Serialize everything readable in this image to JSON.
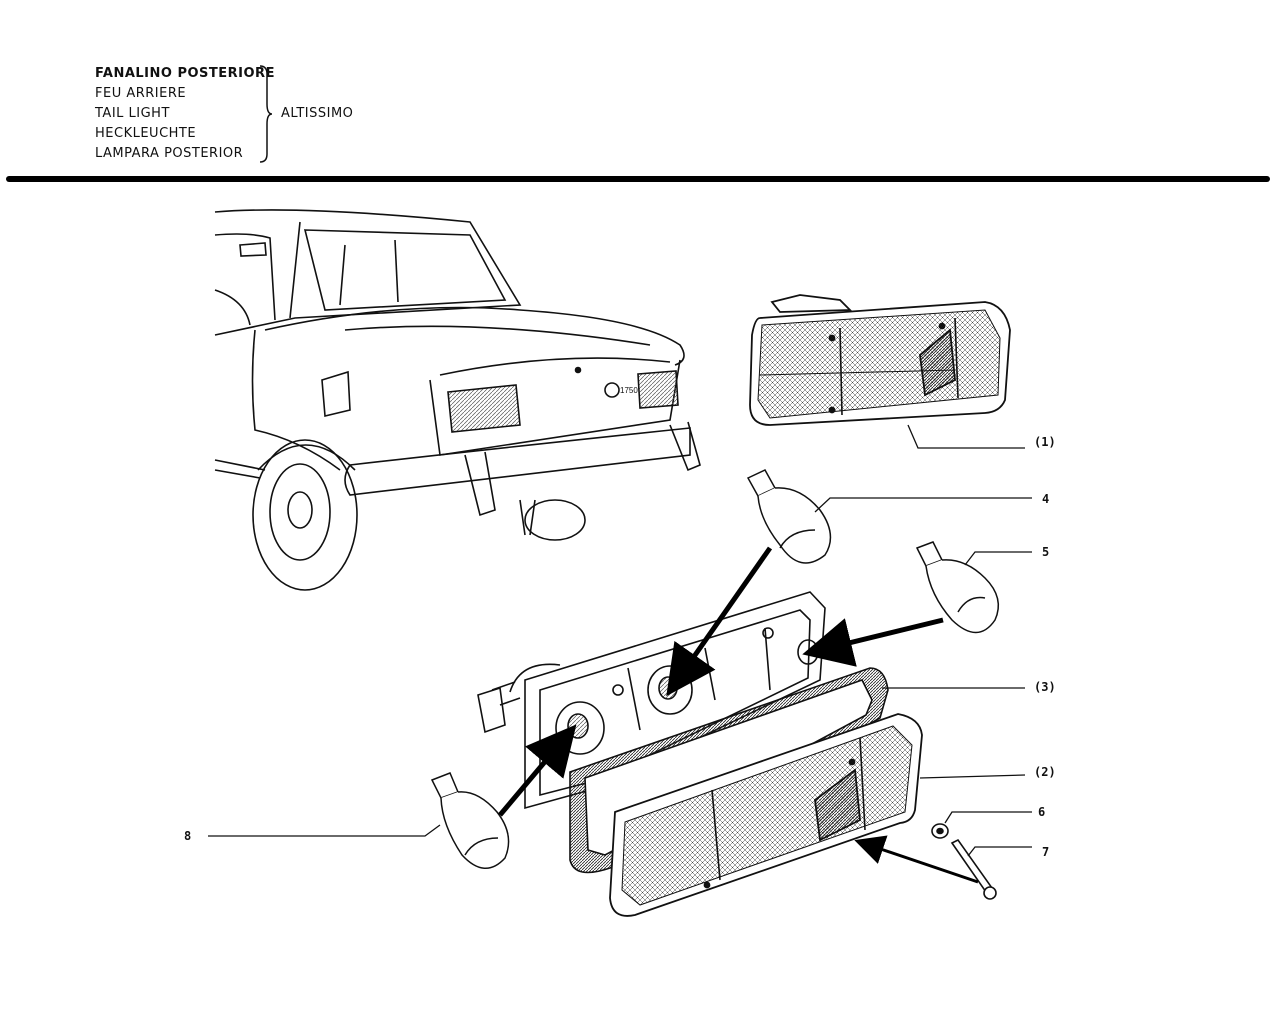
{
  "header": {
    "titles": [
      "FANALINO POSTERIORE",
      "FEU ARRIERE",
      "TAIL LIGHT",
      "HECKLEUCHTE",
      "LAMPARA POSTERIOR"
    ],
    "model": "ALTISSIMO"
  },
  "diagram": {
    "car_badge": "1750",
    "callouts": [
      {
        "id": "1",
        "label": "(1)"
      },
      {
        "id": "4",
        "label": "4"
      },
      {
        "id": "5",
        "label": "5"
      },
      {
        "id": "3",
        "label": "(3)"
      },
      {
        "id": "2",
        "label": "(2)"
      },
      {
        "id": "6",
        "label": "6"
      },
      {
        "id": "7",
        "label": "7"
      },
      {
        "id": "8",
        "label": "8"
      }
    ]
  }
}
